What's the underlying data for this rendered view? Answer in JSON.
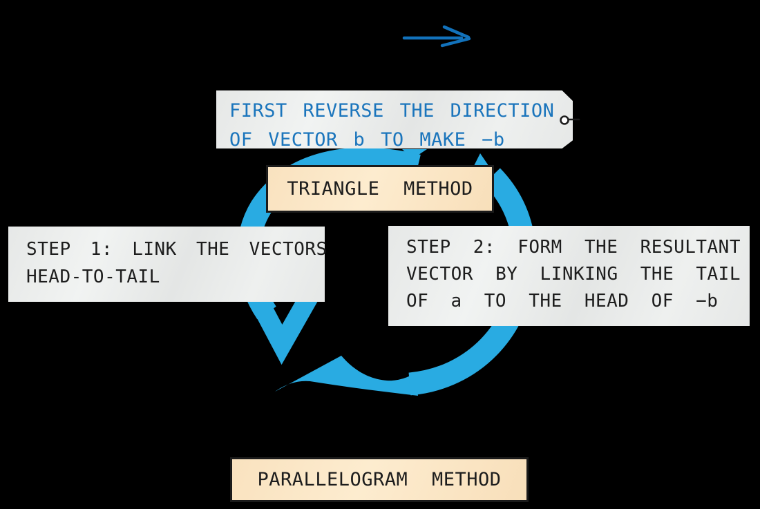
{
  "diagram": {
    "callout": {
      "line1": "FIRST REVERSE THE DIRECTION",
      "line2": "OF VECTOR b TO MAKE −b"
    },
    "triangle_method_label": "TRIANGLE METHOD",
    "parallelogram_method_label": "PARALLELOGRAM METHOD",
    "step1": {
      "line1": "STEP 1: LINK THE VECTORS",
      "line2": "HEAD-TO-TAIL"
    },
    "step2": {
      "line1": "STEP 2: FORM THE RESULTANT",
      "line2": "VECTOR BY LINKING THE TAIL",
      "line3": "OF a TO THE HEAD OF −b"
    }
  },
  "colors": {
    "background": "#000000",
    "cycle_arrow_blue": "#29ABE2",
    "callout_text_blue": "#1B75BC",
    "small_arrow_blue": "#1272BB",
    "note_box_gray": "#E8EAE9",
    "method_box_peach": "#FBE4C3",
    "text_black": "#1D1D1D"
  },
  "icons": {
    "top_arrow": "right-arrow-icon",
    "cycle": "circular-cycle-arrows-icon",
    "tag": "tag-hole-and-string-icon"
  }
}
